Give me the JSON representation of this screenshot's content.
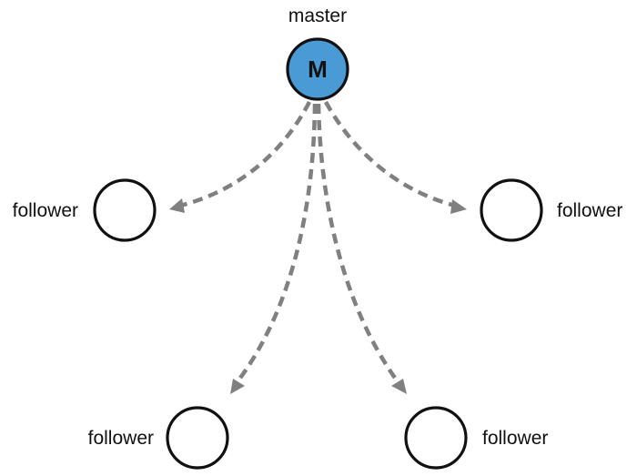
{
  "master": {
    "label": "master",
    "letter": "M",
    "fill_color": "#4A9AD6"
  },
  "followers": [
    {
      "label": "follower"
    },
    {
      "label": "follower"
    },
    {
      "label": "follower"
    },
    {
      "label": "follower"
    }
  ],
  "edge_color": "#808080",
  "edge_style": "dashed-arrow"
}
